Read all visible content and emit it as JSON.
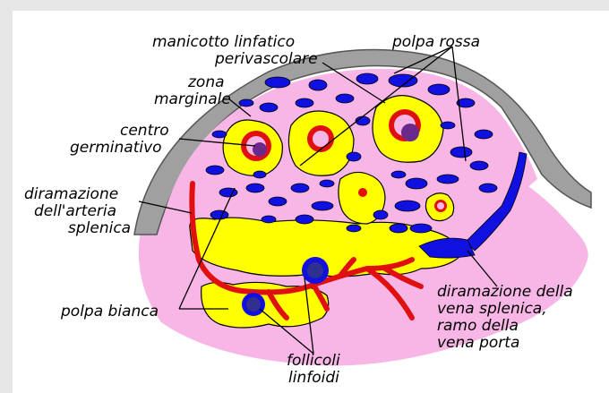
{
  "labels": {
    "manicotto_line1": "manicotto linfatico",
    "manicotto_line2": "perivascolare",
    "polpa_rossa": "polpa rossa",
    "zona_line1": "zona",
    "zona_line2": "marginale",
    "centro_line1": "centro",
    "centro_line2": "germinativo",
    "arteria_line1": "diramazione",
    "arteria_line2": "dell'arteria",
    "arteria_line3": "splenica",
    "polpa_bianca": "polpa bianca",
    "vena_line1": "diramazione della",
    "vena_line2": "vena splenica,",
    "vena_line3": "ramo della",
    "vena_line4": "vena porta",
    "follicoli_line1": "follicoli",
    "follicoli_line2": "linfoidi"
  },
  "colors": {
    "background": "#e6e6e6",
    "canvas": "#ffffff",
    "red_pulp": "#f7b6e6",
    "capsule": "#a0a0a0",
    "vein": "#1010e0",
    "artery": "#e01010",
    "white_pulp": "#ffff00",
    "follicle_center": "#6a2a8a"
  }
}
